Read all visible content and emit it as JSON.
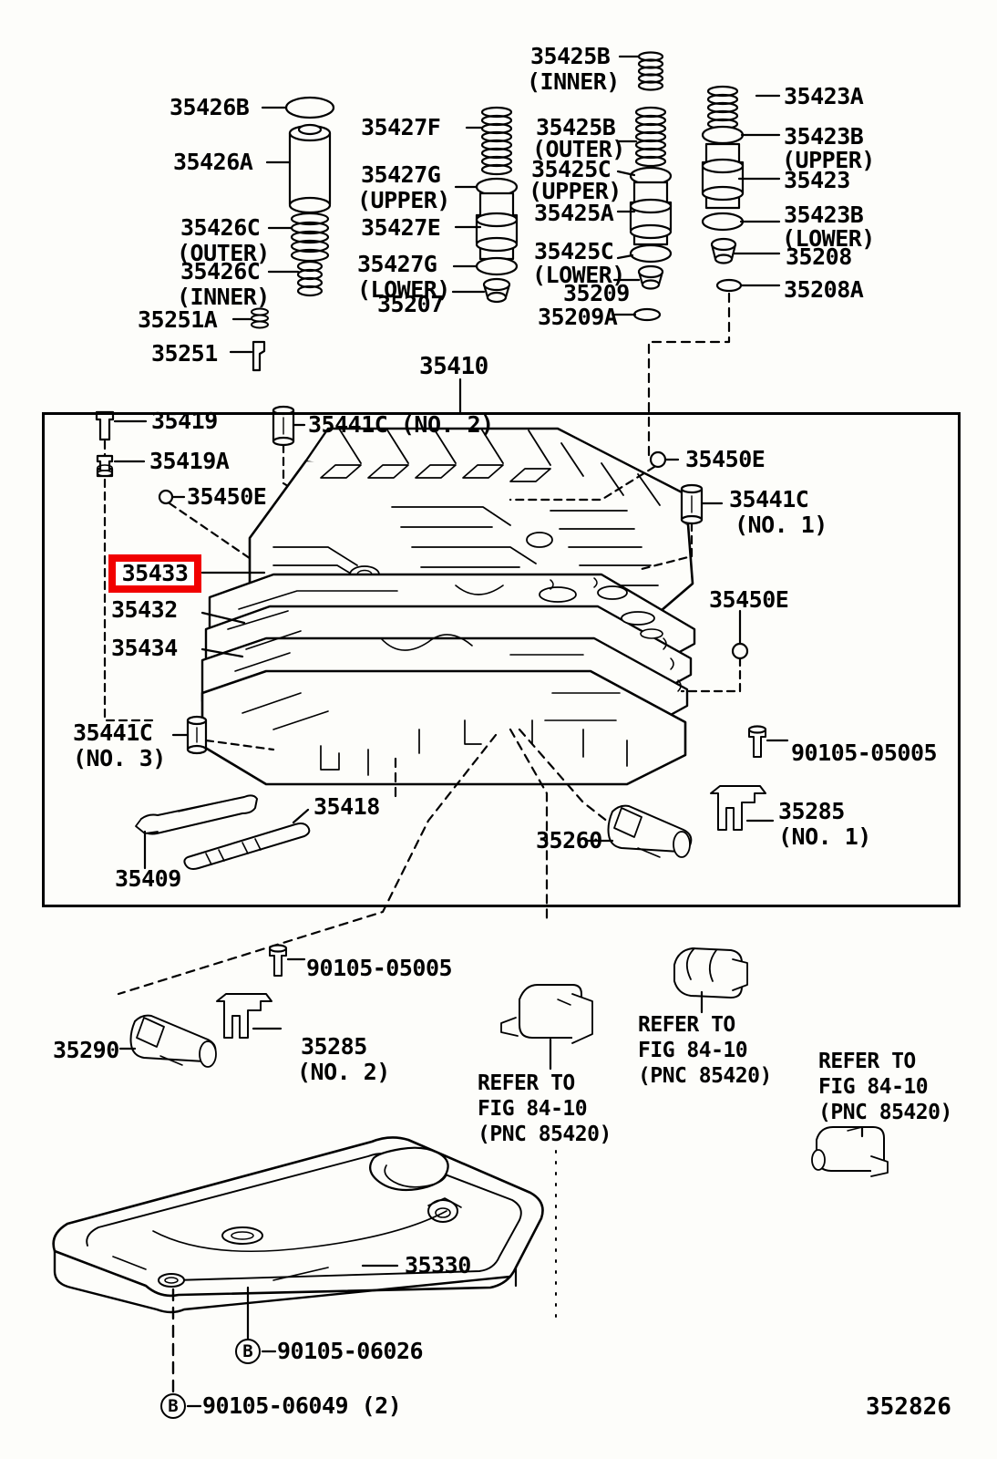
{
  "figure": {
    "number": "352826",
    "assembly_callout": "35410",
    "highlighted_part": "35433"
  },
  "top_column_left": [
    {
      "id": "c-35426B",
      "label": "35426B"
    },
    {
      "id": "c-35426A",
      "label": "35426A"
    },
    {
      "id": "c-35426C1",
      "label": "35426C",
      "sub": "(OUTER)"
    },
    {
      "id": "c-35426C2",
      "label": "35426C",
      "sub": "(INNER)"
    },
    {
      "id": "c-35251A",
      "label": "35251A"
    },
    {
      "id": "c-35251",
      "label": "35251"
    }
  ],
  "top_column_mid": [
    {
      "id": "c-35427F",
      "label": "35427F"
    },
    {
      "id": "c-35427G1",
      "label": "35427G",
      "sub": "(UPPER)"
    },
    {
      "id": "c-35427E",
      "label": "35427E"
    },
    {
      "id": "c-35427G2",
      "label": "35427G",
      "sub": "(LOWER)"
    },
    {
      "id": "c-35207",
      "label": "35207"
    }
  ],
  "top_column_mid2": [
    {
      "id": "c-35425B1",
      "label": "35425B",
      "sub": "(INNER)"
    },
    {
      "id": "c-35425B2",
      "label": "35425B",
      "sub": "(OUTER)"
    },
    {
      "id": "c-35425C1",
      "label": "35425C",
      "sub": "(UPPER)"
    },
    {
      "id": "c-35425A",
      "label": "35425A"
    },
    {
      "id": "c-35425C2",
      "label": "35425C",
      "sub": "(LOWER)"
    },
    {
      "id": "c-35209",
      "label": "35209"
    },
    {
      "id": "c-35209A",
      "label": "35209A"
    }
  ],
  "top_column_right": [
    {
      "id": "c-35423A",
      "label": "35423A"
    },
    {
      "id": "c-35423B1",
      "label": "35423B",
      "sub": "(UPPER)"
    },
    {
      "id": "c-35423",
      "label": "35423"
    },
    {
      "id": "c-35423B2",
      "label": "35423B",
      "sub": "(LOWER)"
    },
    {
      "id": "c-35208",
      "label": "35208"
    },
    {
      "id": "c-35208A",
      "label": "35208A"
    }
  ],
  "main_box_parts": [
    {
      "id": "c-35419",
      "label": "35419"
    },
    {
      "id": "c-35419A",
      "label": "35419A"
    },
    {
      "id": "c-35441C2",
      "label": "35441C (NO. 2)"
    },
    {
      "id": "c-35450E1",
      "label": "35450E"
    },
    {
      "id": "c-35450E2",
      "label": "35450E"
    },
    {
      "id": "c-35441C1",
      "label": "35441C",
      "sub": "(NO. 1)"
    },
    {
      "id": "c-35450E3",
      "label": "35450E"
    },
    {
      "id": "c-35433",
      "label": "35433"
    },
    {
      "id": "c-35432",
      "label": "35432"
    },
    {
      "id": "c-35434",
      "label": "35434"
    },
    {
      "id": "c-35441C3",
      "label": "35441C",
      "sub": "(NO. 3)"
    },
    {
      "id": "c-35418",
      "label": "35418"
    },
    {
      "id": "c-35409",
      "label": "35409"
    },
    {
      "id": "c-35260",
      "label": "35260"
    },
    {
      "id": "c-90105a",
      "label": "90105-05005"
    },
    {
      "id": "c-35285n1",
      "label": "35285",
      "sub": "(NO. 1)"
    }
  ],
  "lower_parts": [
    {
      "id": "c-90105b",
      "label": "90105-05005"
    },
    {
      "id": "c-35290",
      "label": "35290"
    },
    {
      "id": "c-35285n2",
      "label": "35285",
      "sub": "(NO. 2)"
    }
  ],
  "refer_blocks": [
    {
      "id": "ref-1",
      "l1": "REFER TO",
      "l2": "FIG 84-10",
      "l3": "(PNC 85420)"
    },
    {
      "id": "ref-2",
      "l1": "REFER TO",
      "l2": "FIG 84-10",
      "l3": "(PNC 85420)"
    },
    {
      "id": "ref-3",
      "l1": "REFER TO",
      "l2": "FIG 84-10",
      "l3": "(PNC 85420)"
    }
  ],
  "strainer": {
    "part": "35330",
    "bolt_a": {
      "marker": "B",
      "label": "90105-06026"
    },
    "bolt_b": {
      "marker": "B",
      "label": "90105-06049 (2)"
    }
  },
  "colors": {
    "highlight": "#f10000",
    "ink": "#000000",
    "paper": "#fdfdfa"
  }
}
